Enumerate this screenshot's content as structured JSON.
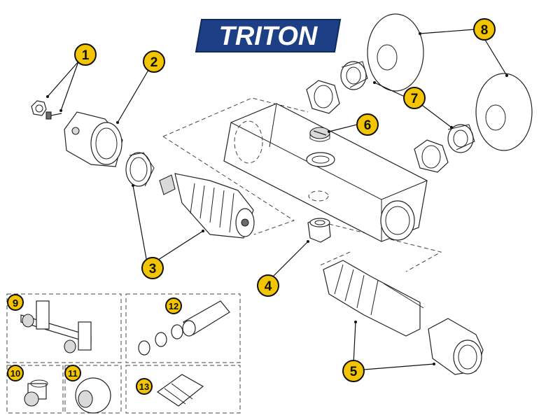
{
  "logo": {
    "text": "TRITON",
    "bg": "#1c3f86",
    "fg": "#ffffff"
  },
  "callout_color": "#f2c500",
  "callouts": [
    "1",
    "2",
    "3",
    "4",
    "5",
    "6",
    "7",
    "8",
    "9",
    "10",
    "11",
    "12",
    "13"
  ]
}
